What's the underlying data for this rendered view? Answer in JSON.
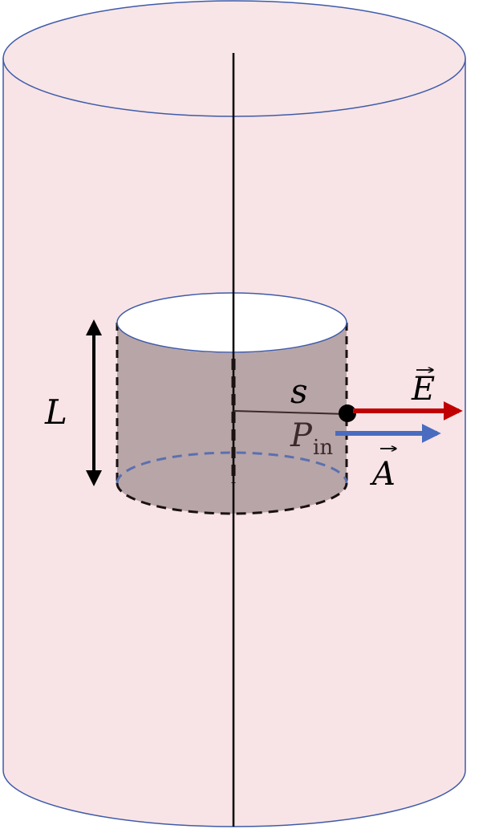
{
  "labels": {
    "length": "L",
    "radius": "s",
    "point_main": "P",
    "point_sub": "in",
    "electric_field": "E",
    "area_vector": "A"
  },
  "colors": {
    "outer_fill": "#f8e4e6",
    "outer_stroke": "#3f5ba9",
    "gauss_fill": "#b8a5a7",
    "gauss_stroke": "#1a1111",
    "e_arrow": "#c00000",
    "a_arrow": "#4a6cc0",
    "axis": "#000000"
  },
  "icons": {
    "e_vector_hat": "right-arrow-accent",
    "a_vector_hat": "right-arrow-accent"
  }
}
